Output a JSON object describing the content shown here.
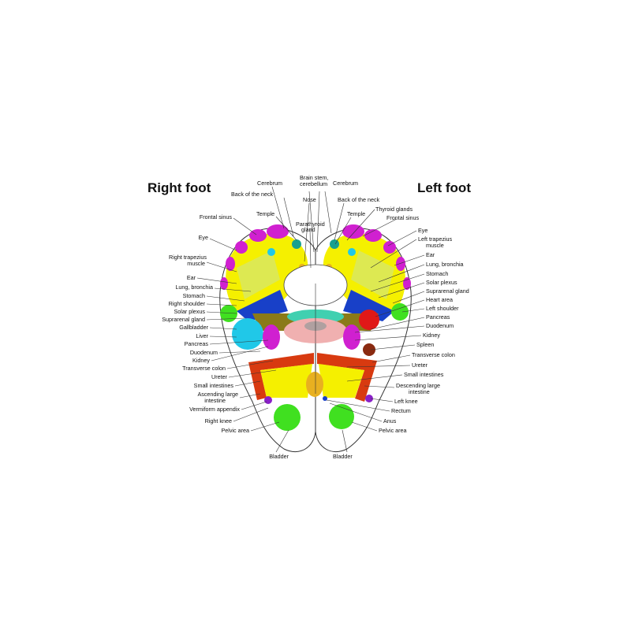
{
  "titles": {
    "right": "Right foot",
    "left": "Left foot"
  },
  "top_labels": {
    "brain_stem_line1": "Brain stem,",
    "brain_stem_line2": "cerebellum",
    "cerebrum_right": "Cerebrum",
    "cerebrum_left": "Cerebrum",
    "back_of_neck_right": "Back of the neck",
    "back_of_neck_left": "Back of the neck",
    "nose": "Nose",
    "parathyroid_line1": "Parathyroid",
    "parathyroid_line2": "gland",
    "temple_right": "Temple",
    "temple_left": "Temple"
  },
  "right_labels": [
    "Frontal sinus",
    "Eye",
    "Right trapezius",
    "muscle",
    "Ear",
    "Lung, bronchia",
    "Stomach",
    "Right shoulder",
    "Solar plexus",
    "Suprarenal gland",
    "Gallbladder",
    "Liver",
    "Pancreas",
    "Duodenum",
    "Kidney",
    "Transverse colon",
    "Ureter",
    "Small intestines",
    "Ascending large",
    "intestine",
    "Vermiform appendix",
    "Right knee",
    "Pelvic area",
    "Bladder"
  ],
  "left_labels": [
    "Thyroid glands",
    "Frontal sinus",
    "Eye",
    "Left trapezius",
    "muscle",
    "Ear",
    "Lung, bronchia",
    "Stomach",
    "Solar plexus",
    "Suprarenal gland",
    "Heart area",
    "Left shoulder",
    "Pancreas",
    "Duodenum",
    "Kidney",
    "Spleen",
    "Transverse colon",
    "Ureter",
    "Small intestines",
    "Descending large",
    "intestine",
    "Left knee",
    "Rectum",
    "Anus",
    "Pelvic area",
    "Bladder"
  ],
  "colors": {
    "yellow": "#f5f000",
    "magenta": "#d020d0",
    "green": "#40e020",
    "blue": "#1840c8",
    "cyan": "#20c8e8",
    "red": "#e01818",
    "olive": "#8a7a18",
    "orange_red": "#d83a10",
    "brown": "#8a2a10",
    "pink": "#f0b0b0",
    "teal": "#40d0b0",
    "gold": "#e8b020",
    "purple": "#8a20c8"
  }
}
